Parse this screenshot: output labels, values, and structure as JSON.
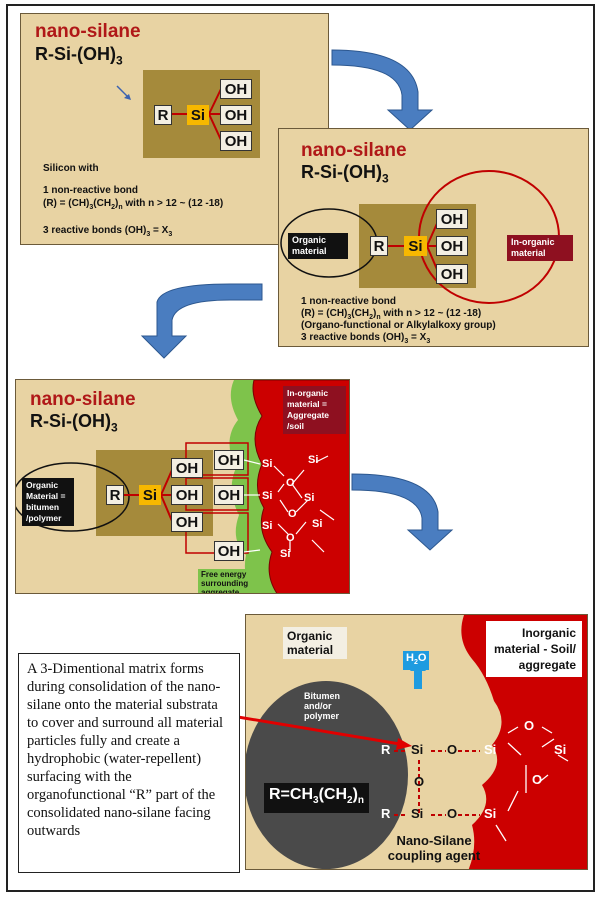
{
  "panel1": {
    "title": "nano-silane",
    "formula": "R-Si-(OH)3",
    "r": "R",
    "si": "Si",
    "oh": [
      "OH",
      "OH",
      "OH"
    ],
    "desc": [
      "Silicon with",
      "1 non-reactive bond",
      "(R) = (CH)3(CH2)n with n > 12 ~ (12 -18)",
      "3 reactive bonds (OH)3 = X3"
    ]
  },
  "panel2": {
    "title": "nano-silane",
    "formula": "R-Si-(OH)3",
    "r": "R",
    "si": "Si",
    "oh": [
      "OH",
      "OH",
      "OH"
    ],
    "organic_label": "Organic material",
    "inorganic_label": "In-organic material",
    "desc": [
      "1 non-reactive bond",
      "(R) = (CH)3(CH2)n with n > 12 ~ (12 -18)",
      "(Organo-functional or Alkylalkoxy group)",
      "3 reactive bonds (OH)3 = X3"
    ]
  },
  "panel3": {
    "title": "nano-silane",
    "formula": "R-Si-(OH)3",
    "r": "R",
    "si": "Si",
    "oh": [
      "OH",
      "OH",
      "OH"
    ],
    "oh_right": [
      "OH",
      "OH",
      "OH"
    ],
    "organic_label": "Organic Material = bitumen /polymer",
    "inorganic_label": "In-organic material = Aggregate /soil",
    "free_energy_label": "Free energy surrounding aggregate",
    "atom_si": "Si",
    "atom_o": "O"
  },
  "panel4": {
    "organic_label": "Organic material",
    "inorganic_label": "Inorganic material - Soil/ aggregate",
    "bitumen_label": "Bitumen and/or polymer",
    "water": "H2O",
    "r_formula": "R=CH3(CH2)n",
    "r": "R",
    "si": "Si",
    "o": "O",
    "coupling_label": "Nano-Silane coupling agent"
  },
  "note": "A 3-Dimentional matrix forms during consolidation of the nano-silane onto the material substrata to cover and surround all material particles fully and create a hydrophobic (water-repellent) surfacing with the organofunctional “R” part of the consolidated nano-silane facing outwards",
  "colors": {
    "panel": "#e8d3a3",
    "brown": "#a58a3b",
    "si": "#f7b800",
    "red": "#c00000",
    "arrow": "#4a7dc0",
    "green": "#7ec34b"
  }
}
